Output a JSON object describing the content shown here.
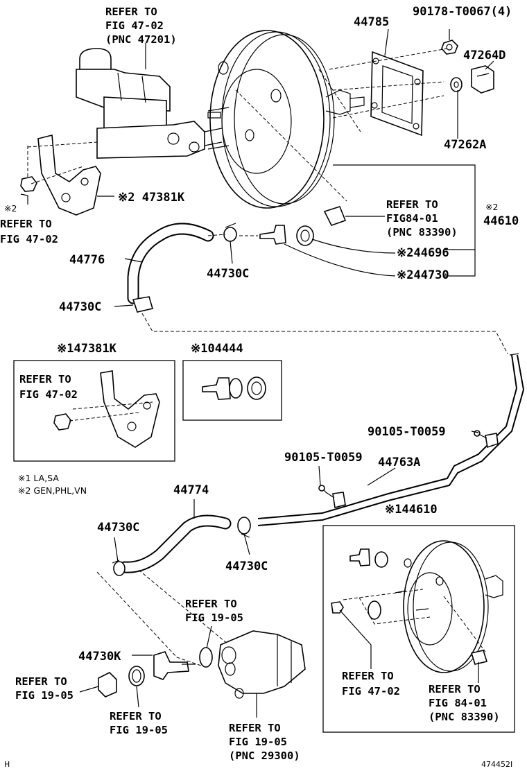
{
  "labels": {
    "top_ref_a": [
      "REFER TO",
      "FIG 47-02",
      "(PNC 47201)"
    ],
    "p44785": "44785",
    "p90178": "90178-T0067(4)",
    "p47264d": "47264D",
    "p47262a": "47262A",
    "p47381k_top": "※2 47381K",
    "mark2_left": "※2",
    "ref_left": [
      "REFER TO",
      "FIG 47-02"
    ],
    "ref_84_top": [
      "REFER TO",
      "FIG84-01",
      "(PNC 83390)"
    ],
    "mark2_right": "※2",
    "p44610_top": "44610",
    "p44776": "44776",
    "p44730c_a": "44730C",
    "p44696": "※244696",
    "p44730": "※244730",
    "p44730c_b": "44730C",
    "inset1_title": "※147381K",
    "inset1_ref": [
      "REFER TO",
      "FIG 47-02"
    ],
    "inset2_title": "※104444",
    "p90105_a": "90105-T0059",
    "p90105_b": "90105-T0059",
    "p44763a": "44763A",
    "note1": "※1 LA,SA",
    "note2": "※2 GEN,PHL,VN",
    "p44774": "44774",
    "p44730c_c": "44730C",
    "p44730c_d": "44730C",
    "p44610_bottom": "※144610",
    "ref_19_05_a": [
      "REFER TO",
      "FIG 19-05"
    ],
    "p44730k": "44730K",
    "ref_19_05_b": [
      "REFER TO",
      "FIG 19-05"
    ],
    "ref_19_05_c": [
      "REFER TO",
      "FIG 19-05"
    ],
    "ref_19_05_d": [
      "REFER TO",
      "FIG 19-05",
      "(PNC 29300)"
    ],
    "ref_47_02_bottom": [
      "REFER TO",
      "FIG 47-02"
    ],
    "ref_84_bottom": [
      "REFER TO",
      "FIG 84-01",
      "(PNC 83390)"
    ],
    "corner_left": "H",
    "corner_right": "474452I"
  }
}
